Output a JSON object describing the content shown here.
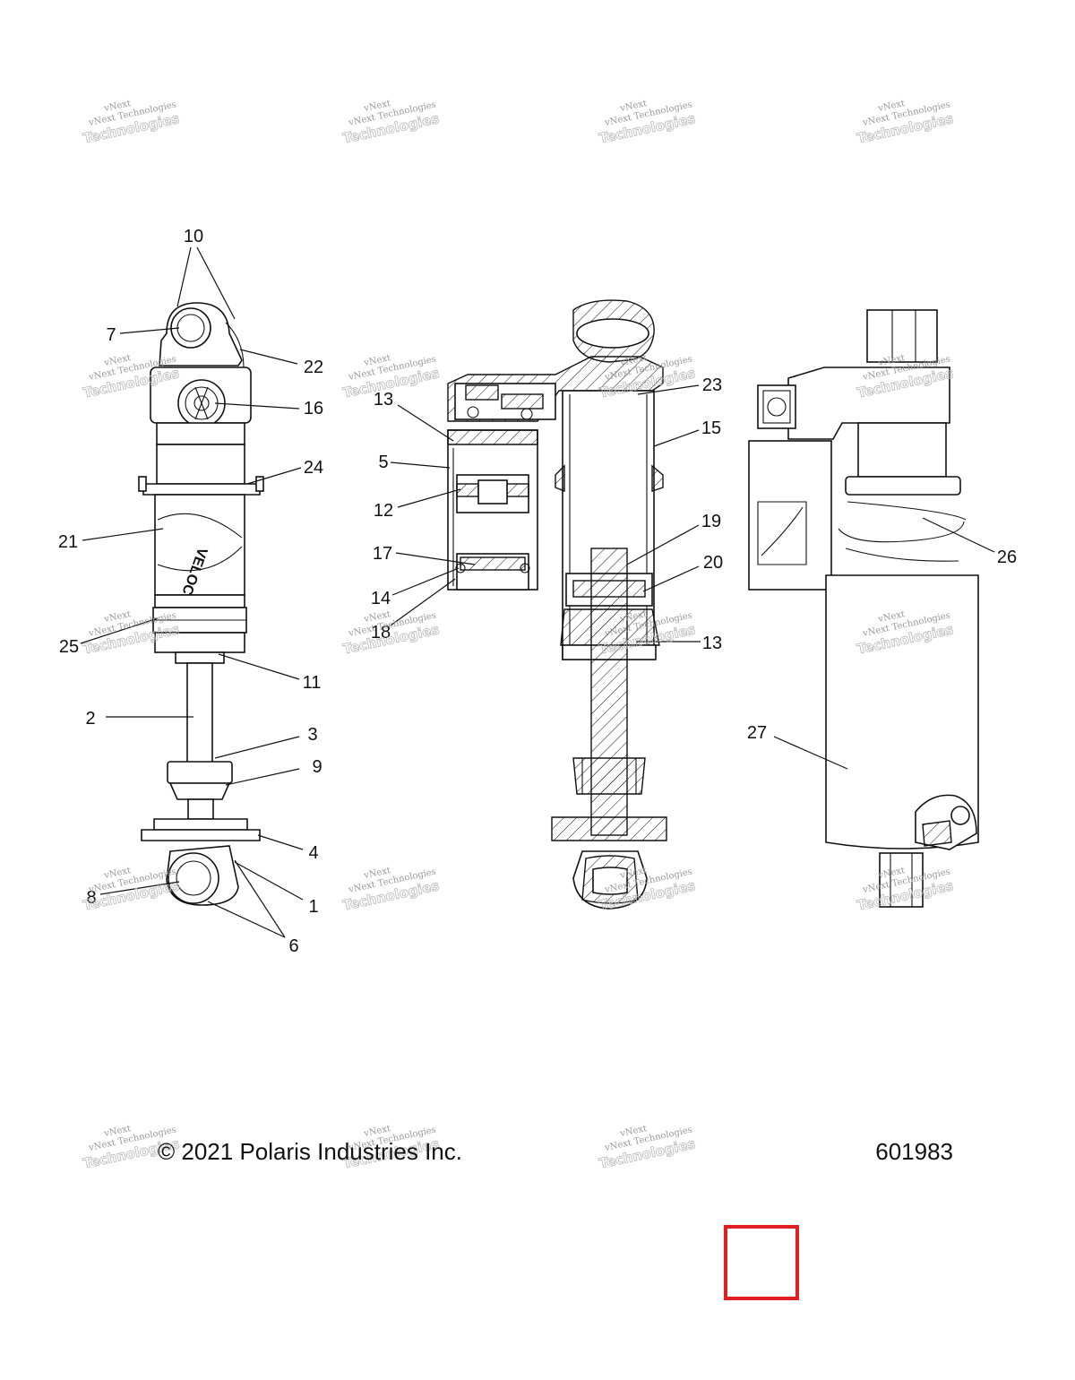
{
  "diagram": {
    "callouts": {
      "c1": "1",
      "c2": "2",
      "c3": "3",
      "c4": "4",
      "c5": "5",
      "c6": "6",
      "c7": "7",
      "c8": "8",
      "c9": "9",
      "c10": "10",
      "c11": "11",
      "c12": "12",
      "c13a": "13",
      "c13b": "13",
      "c14": "14",
      "c15": "15",
      "c16": "16",
      "c17": "17",
      "c18": "18",
      "c19": "19",
      "c20": "20",
      "c21": "21",
      "c22": "22",
      "c23": "23",
      "c24": "24",
      "c25": "25",
      "c26": "26",
      "c27": "27"
    },
    "decal_text": "VELOCITY"
  },
  "watermark": {
    "line1": "vNext Technologies",
    "line2": "Technologies",
    "line3": "vNext"
  },
  "footer": {
    "copyright": "© 2021 Polaris Industries Inc.",
    "drawing_number": "601983"
  },
  "colors": {
    "line": "#111111",
    "watermark": "#9a9a9a",
    "marker": "#e02020"
  }
}
